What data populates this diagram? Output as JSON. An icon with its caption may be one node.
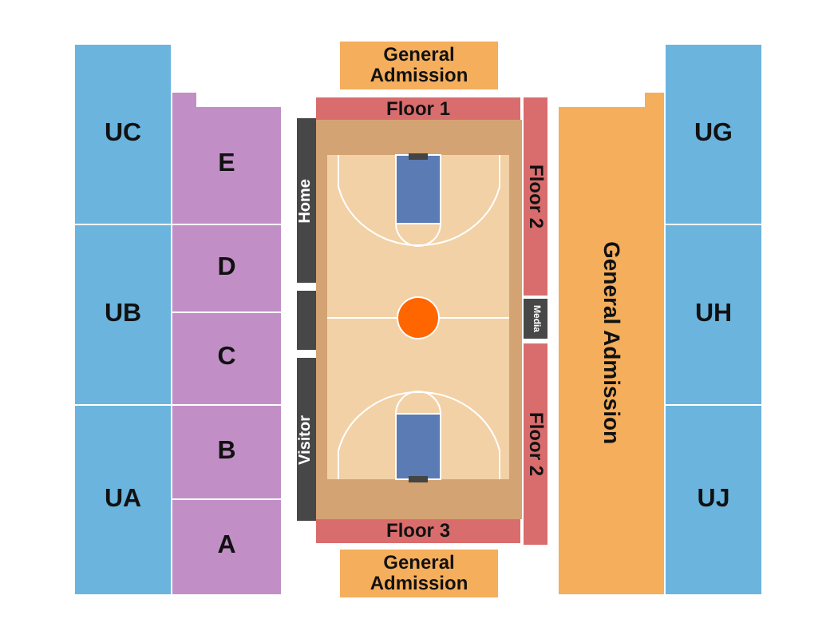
{
  "diagram": {
    "nodes": [
      {
        "text": [
          "UC"
        ]
      },
      {
        "text": [
          "UB"
        ]
      },
      {
        "text": [
          "UA"
        ]
      },
      {
        "text": [
          "E"
        ]
      },
      {
        "text": [
          "D"
        ]
      },
      {
        "text": [
          "C"
        ]
      },
      {
        "text": [
          "B"
        ]
      },
      {
        "text": [
          "A"
        ]
      },
      {
        "text": [
          "General Admission"
        ]
      },
      {
        "text": [
          "Floor 1"
        ]
      },
      {
        "text": [
          "Home"
        ]
      },
      {
        "text": [],
        "shape": "bar"
      },
      {
        "text": [
          "Visitor"
        ]
      },
      {
        "text": [
          "Floor 2"
        ]
      },
      {
        "text": [
          "Media"
        ]
      },
      {
        "text": [
          "Floor 2"
        ]
      },
      {
        "text": [
          "Floor 3"
        ]
      },
      {
        "text": [
          "General Admission"
        ]
      },
      {
        "text": [
          "General Admission"
        ]
      },
      {
        "text": [
          "UG"
        ]
      },
      {
        "text": [
          "UH"
        ]
      },
      {
        "text": [
          "UJ"
        ]
      }
    ]
  }
}
